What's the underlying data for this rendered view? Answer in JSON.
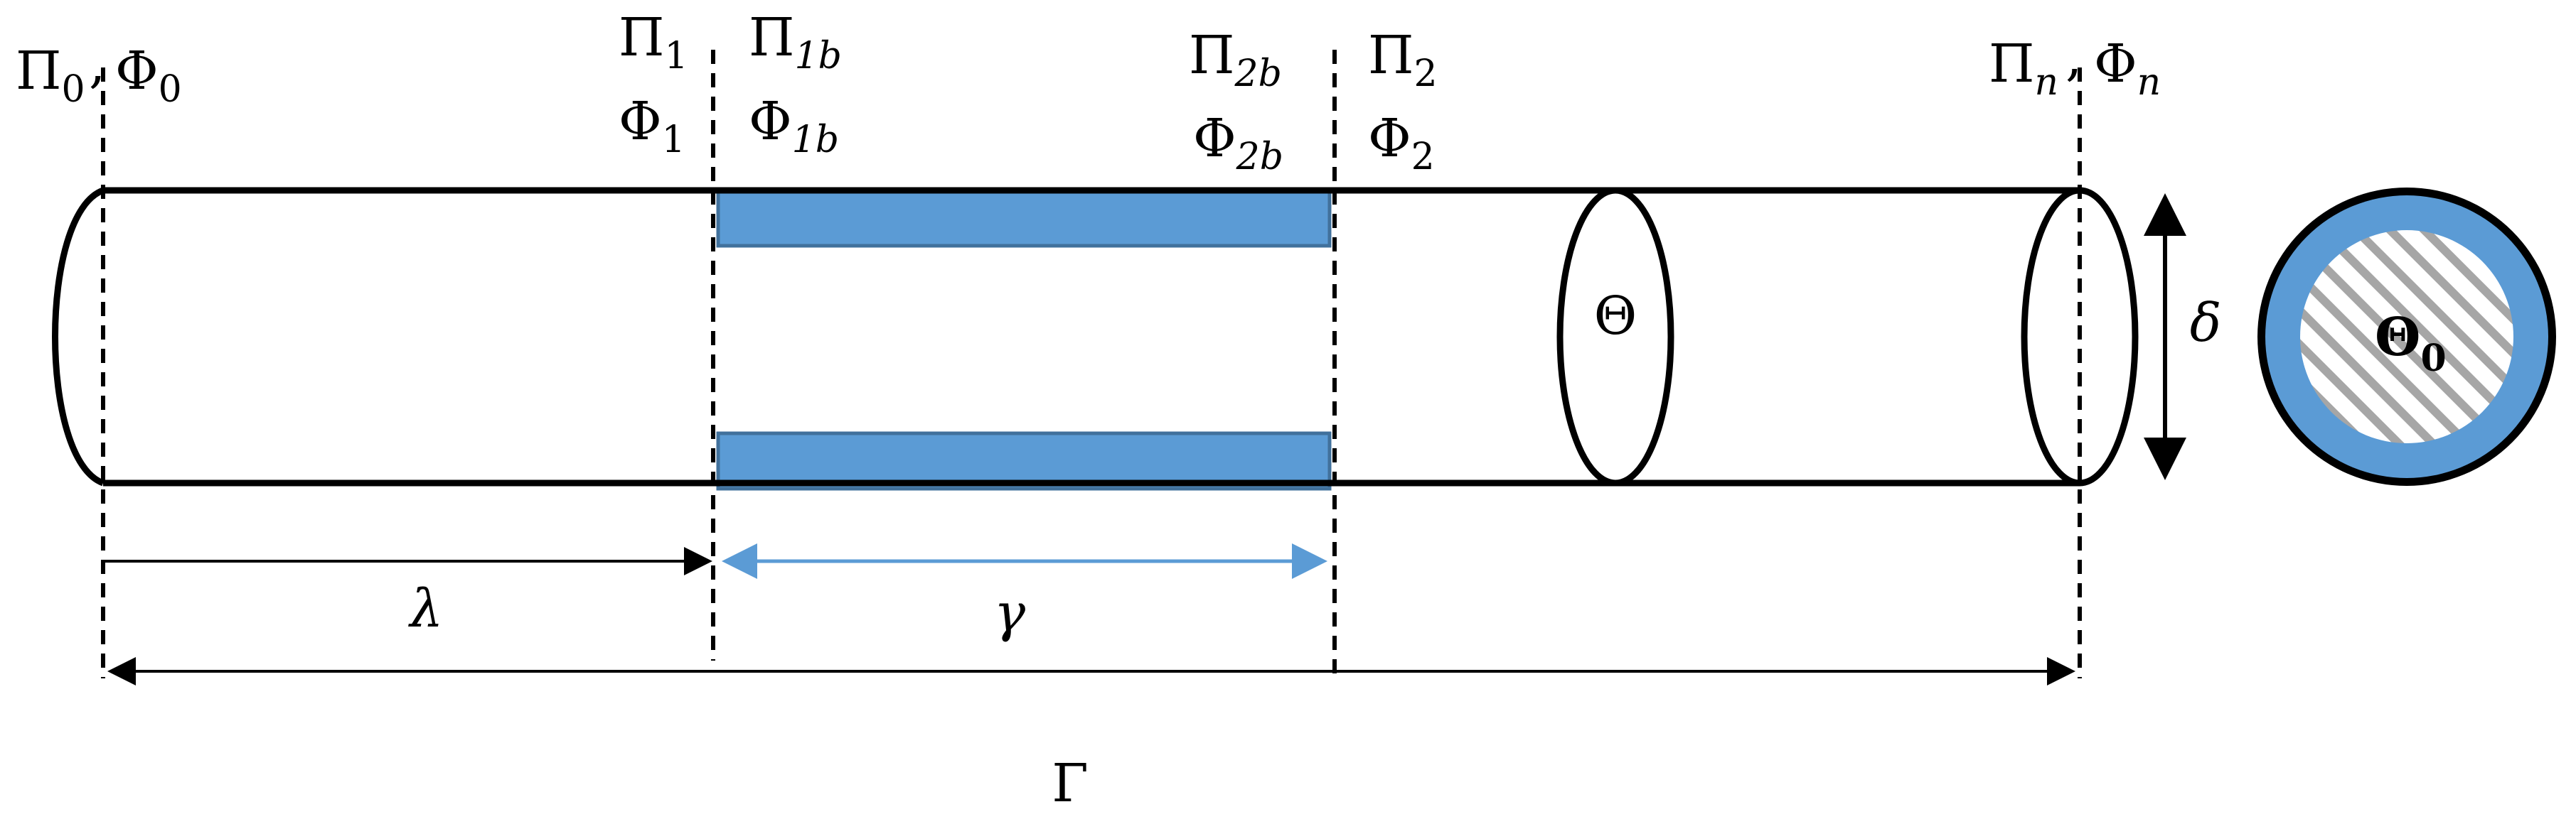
{
  "colors": {
    "coating": "#5b9bd5",
    "coating_edge": "#41719c",
    "outline": "#000000",
    "hatch": "#a6a6a6"
  },
  "planes": {
    "p0": {
      "main": "Π",
      "sub": "0"
    },
    "f0": {
      "main": "Φ",
      "sub": "0"
    },
    "p1": {
      "main": "Π",
      "sub": "1"
    },
    "f1": {
      "main": "Φ",
      "sub": "1"
    },
    "p1b": {
      "main": "Π",
      "sub": "1b"
    },
    "f1b": {
      "main": "Φ",
      "sub": "1b"
    },
    "p2b": {
      "main": "Π",
      "sub": "2b"
    },
    "f2b": {
      "main": "Φ",
      "sub": "2b"
    },
    "p2": {
      "main": "Π",
      "sub": "2"
    },
    "f2": {
      "main": "Φ",
      "sub": "2"
    },
    "pn": {
      "main": "Π",
      "sub": "n"
    },
    "fn": {
      "main": "Φ",
      "sub": "n"
    }
  },
  "separator": ",",
  "dimensions": {
    "lambda": "λ",
    "gamma": "γ",
    "Gamma": "Γ",
    "delta": "δ"
  },
  "section_label": "Θ",
  "cross_section": {
    "main": "Θ",
    "sub": "0"
  }
}
